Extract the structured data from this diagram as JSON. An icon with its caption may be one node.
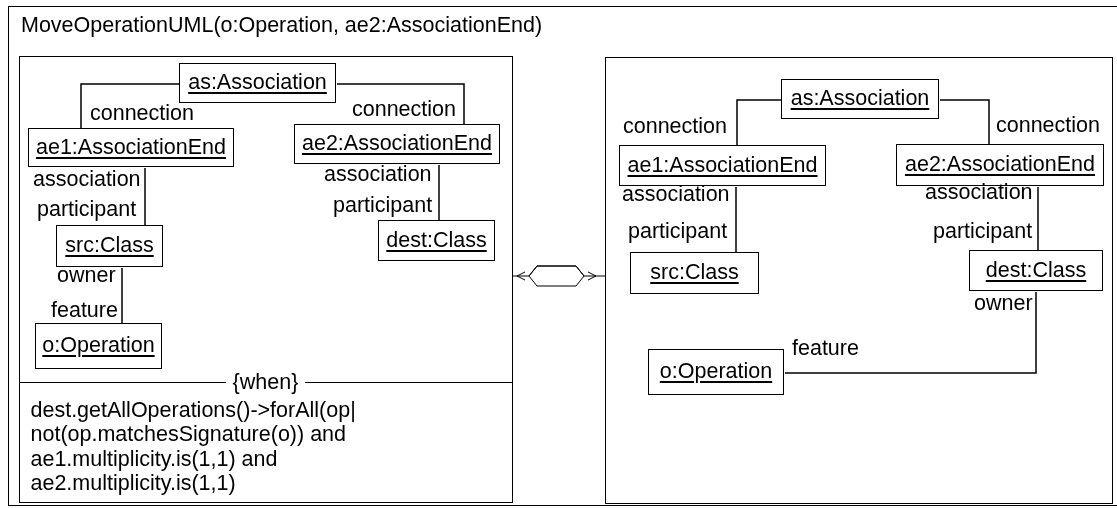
{
  "diagram": {
    "nodes": [
      {
        "text": [
          "MoveOperationUML(o:Operation, ae2:AssociationEnd)"
        ]
      },
      {
        "text": [
          "{when}",
          "dest.getAllOperations()->forAll(op| not(op.matchesSignature(o)) and ae1.multiplicity.is(1,1) and ae2.multiplicity.is(1,1)"
        ],
        "in": 0
      },
      {
        "text": [
          "as:Association"
        ],
        "in": 1
      },
      {
        "text": [
          "ae1:AssociationEnd"
        ],
        "in": 1
      },
      {
        "text": [
          "ae2:AssociationEnd"
        ],
        "in": 1
      },
      {
        "text": [
          "src:Class"
        ],
        "in": 1
      },
      {
        "text": [
          "dest:Class"
        ],
        "in": 1
      },
      {
        "text": [
          "o:Operation"
        ],
        "in": 1
      },
      {
        "text": [],
        "shape": "box",
        "in": 0
      },
      {
        "text": [
          "as:Association"
        ],
        "in": 8
      },
      {
        "text": [
          "ae1:AssociationEnd"
        ],
        "in": 8
      },
      {
        "text": [
          "ae2:AssociationEnd"
        ],
        "in": 8
      },
      {
        "text": [
          "src:Class"
        ],
        "in": 8
      },
      {
        "text": [
          "dest:Class"
        ],
        "in": 8
      },
      {
        "text": [
          "o:Operation"
        ],
        "in": 8
      }
    ],
    "edges": [
      {
        "from": 2,
        "to": 3,
        "arrow": "none"
      },
      {
        "from": 2,
        "to": 4,
        "arrow": "none"
      },
      {
        "from": 3,
        "to": 5,
        "arrow": "none"
      },
      {
        "from": 4,
        "to": 6,
        "arrow": "none"
      },
      {
        "from": 5,
        "to": 7,
        "arrow": "none"
      },
      {
        "from": 9,
        "to": 10,
        "arrow": "none"
      },
      {
        "from": 9,
        "to": 11,
        "arrow": "none"
      },
      {
        "from": 10,
        "to": 12,
        "arrow": "none"
      },
      {
        "from": 11,
        "to": 13,
        "arrow": "none"
      },
      {
        "from": 13,
        "to": 14,
        "arrow": "none"
      },
      {
        "from": 1,
        "to": 8,
        "arrow": "both"
      }
    ],
    "labels": [
      "connection",
      "connection",
      "association",
      "participant",
      "association",
      "participant",
      "owner",
      "feature",
      "connection",
      "connection",
      "association",
      "participant",
      "association",
      "participant",
      "owner",
      "feature"
    ]
  }
}
